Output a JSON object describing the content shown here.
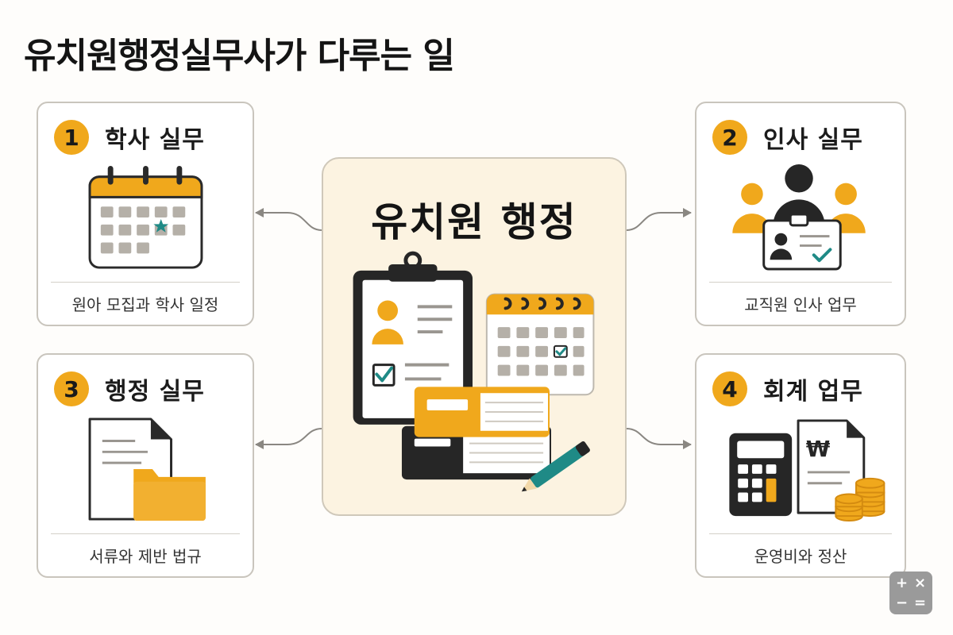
{
  "title": "유치원행정실무사가 다루는 일",
  "center": {
    "title": "유치원 행정"
  },
  "cards": [
    {
      "number": "1",
      "title": "학사 실무",
      "caption": "원아 모집과 학사 일정",
      "icon": "calendar-star-icon"
    },
    {
      "number": "2",
      "title": "인사 실무",
      "caption": "교직원 인사 업무",
      "icon": "staff-id-card-icon"
    },
    {
      "number": "3",
      "title": "행정 실무",
      "caption": "서류와 제반 법규",
      "icon": "document-folder-icon"
    },
    {
      "number": "4",
      "title": "회계 업무",
      "caption": "운영비와 정산",
      "icon": "calculator-won-coins-icon"
    }
  ],
  "currency_symbol": "₩",
  "calc_widget": {
    "plus": "+",
    "times": "×",
    "minus": "−",
    "equals": "="
  },
  "colors": {
    "accent": "#f0a81c",
    "teal": "#1f8a86",
    "dark": "#262626",
    "card_border": "#c9c5bd",
    "center_bg": "#fcf3e1"
  }
}
